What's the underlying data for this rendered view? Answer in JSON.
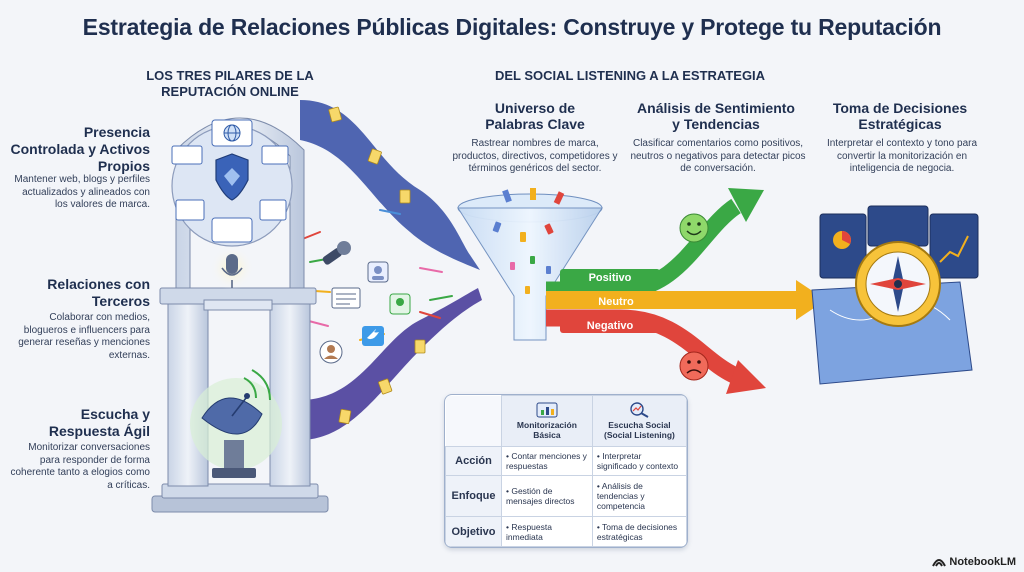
{
  "title": "Estrategia de Relaciones Públicas Digitales: Construye y Protege tu Reputación",
  "pillars_heading": "LOS TRES PILARES DE LA REPUTACIÓN ONLINE",
  "flow_heading": "DEL SOCIAL LISTENING A LA ESTRATEGIA",
  "pillars": [
    {
      "title": "Presencia Controlada y Activos Propios",
      "desc": "Mantener web, blogs y perfiles actualizados y alineados con los valores de marca."
    },
    {
      "title": "Relaciones con Terceros",
      "desc": "Colaborar con medios, blogueros e influencers para generar reseñas y menciones externas."
    },
    {
      "title": "Escucha y Respuesta Ágil",
      "desc": "Monitorizar conversaciones para responder de forma coherente tanto a elogios como a críticas."
    }
  ],
  "steps": [
    {
      "title": "Universo de Palabras Clave",
      "desc": "Rastrear nombres de marca, productos, directivos, competidores y términos genéricos del sector."
    },
    {
      "title": "Análisis de Sentimiento y Tendencias",
      "desc": "Clasificar comentarios como positivos, neutros o negativos para detectar picos de conversación."
    },
    {
      "title": "Toma de Decisiones Estratégicas",
      "desc": "Interpretar el contexto y tono para convertir la monitorización en inteligencia de negocia."
    }
  ],
  "sentiments": {
    "positive": "Positivo",
    "neutral": "Neutro",
    "negative": "Negativo"
  },
  "colors": {
    "positive": "#3aa845",
    "neutral": "#f2b01e",
    "negative": "#e0453c",
    "navy": "#1f2f4f"
  },
  "table": {
    "col1": "Monitorización Básica",
    "col2": "Escucha Social (Social Listening)",
    "rows": [
      {
        "label": "Acción",
        "c1": "Contar menciones y respuestas",
        "c2": "Interpretar significado y contexto"
      },
      {
        "label": "Enfoque",
        "c1": "Gestión de mensajes directos",
        "c2": "Análisis de tendencias y competencia"
      },
      {
        "label": "Objetivo",
        "c1": "Respuesta inmediata",
        "c2": "Toma de decisiones estratégicas"
      }
    ]
  },
  "brand": "NotebookLM",
  "icons": [
    "globe-icon",
    "shield-icon",
    "microphone-icon",
    "satellite-dish-icon",
    "funnel-icon",
    "smiley-icon",
    "sad-face-icon",
    "compass-icon",
    "bar-chart-icon",
    "magnifier-icon",
    "twitter-icon"
  ]
}
